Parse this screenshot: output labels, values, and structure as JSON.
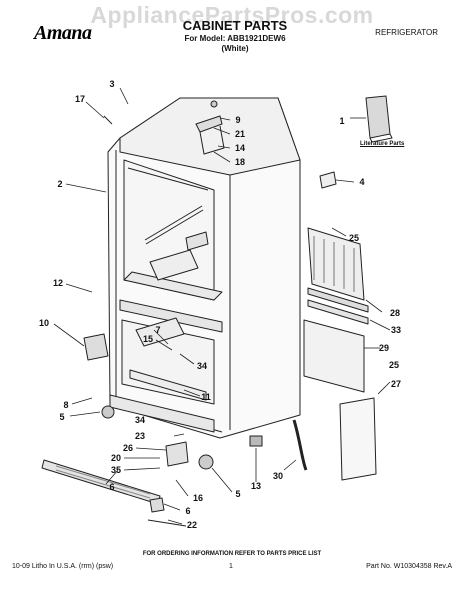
{
  "watermark": "AppliancePartsPros.com",
  "brand": "Amana",
  "title": "CABINET PARTS",
  "model_line": "For Model: ABB1921DEW6",
  "color_line": "(White)",
  "category": "REFRIGERATOR",
  "literature_label": "Literature Parts",
  "footer_note": "FOR ORDERING INFORMATION REFER TO PARTS PRICE LIST",
  "footer_left": "10-09 Litho In U.S.A. (rrm) (psw)",
  "footer_center": "1",
  "footer_right": "Part No. W10304358 Rev.A",
  "callouts": [
    "3",
    "17",
    "9",
    "21",
    "14",
    "18",
    "1",
    "2",
    "4",
    "25",
    "12",
    "28",
    "33",
    "7",
    "10",
    "15",
    "34",
    "29",
    "25",
    "27",
    "8",
    "11",
    "5",
    "34",
    "23",
    "26",
    "20",
    "35",
    "6",
    "16",
    "5",
    "13",
    "30",
    "6",
    "22"
  ]
}
